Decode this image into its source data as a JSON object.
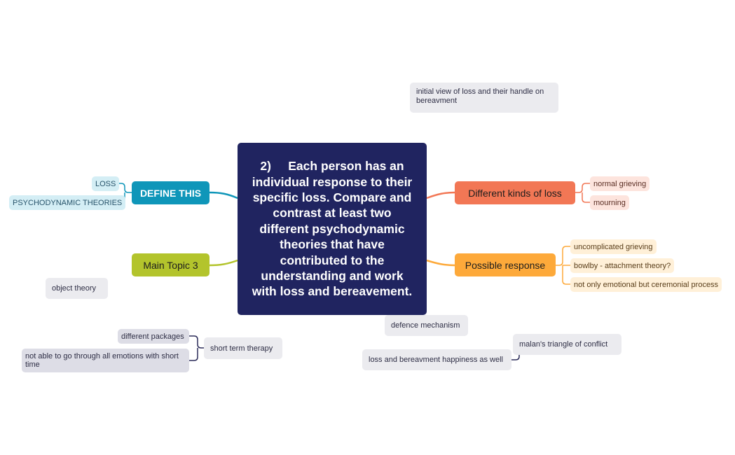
{
  "central_topic": "2)     Each person has an individual response to their specific loss. Compare and contrast at least two different psychodynamic theories that have contributed to the understanding and work with loss and bereavement.",
  "branches": {
    "define_this": {
      "label": "DEFINE THIS",
      "color": "#0f96b9",
      "children": [
        "LOSS",
        "PSYCHODYNAMIC THEORIES"
      ]
    },
    "main_topic_3": {
      "label": "Main Topic 3",
      "color": "#b3c42c"
    },
    "different_kinds_of_loss": {
      "label": "Different kinds of loss",
      "color": "#f27755",
      "children": [
        "normal grieving",
        "mourning"
      ]
    },
    "possible_response": {
      "label": "Possible response",
      "color": "#fda93a",
      "children": [
        "uncomplicated grieving",
        "bowlby - attachment theory?",
        "not only emotional but ceremonial process"
      ]
    }
  },
  "floating_topics": {
    "initial_view": "initial view of loss and their handle on bereavment",
    "object_theory": "object theory",
    "defence_mechanism": "defence mechanism",
    "short_term_therapy": {
      "label": "short term therapy",
      "children": [
        "different packages",
        "not able to go through all emotions with short time"
      ]
    },
    "malans_triangle": "malan's triangle of conflict",
    "loss_and_bereavment": "loss and bereavment happiness as well"
  },
  "colors": {
    "central": "#202460",
    "floating": "#ebebef",
    "floating_child": "#dddde6"
  }
}
